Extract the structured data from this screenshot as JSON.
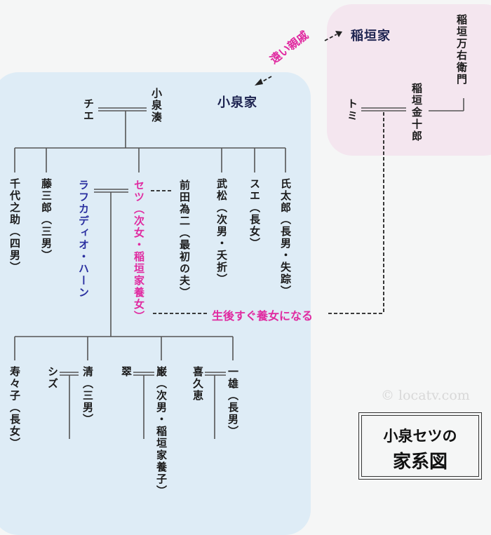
{
  "families": {
    "koizumi": {
      "title": "小泉家"
    },
    "inagaki": {
      "title": "稲垣家"
    }
  },
  "relation_label": "遠い親戚",
  "adoption_label": "生後すぐ養女になる",
  "inagaki_members": {
    "manemon": "稲垣万右衛門",
    "kinjuro": "稲垣金十郎",
    "tomi": "トミ"
  },
  "koizumi_parents": {
    "father": "小泉湊",
    "mother": "チエ"
  },
  "koizumi_children": [
    {
      "name": "千代之助",
      "note": "（四男）"
    },
    {
      "name": "藤三郎",
      "note": "（三男）"
    },
    {
      "name": "セツ",
      "note": "（次女・稲垣家養女）"
    },
    {
      "name": "武松",
      "note": "（次男・夭折）"
    },
    {
      "name": "スエ",
      "note": "（長女）"
    },
    {
      "name": "氏太郎",
      "note": "（長男・失踪）"
    }
  ],
  "setsu_spouses": {
    "hearn": "ラフカディオ・ハーン",
    "first_husband": "前田為二",
    "first_husband_note": "（最初の夫）"
  },
  "grandchildren": [
    {
      "name": "寿々子",
      "note": "（長女）"
    },
    {
      "name": "清",
      "note": "（三男）",
      "spouse": "シズ"
    },
    {
      "name": "巌",
      "note": "（次男・稲垣家養子）",
      "spouse": "翠"
    },
    {
      "name": "一雄",
      "note": "（長男）",
      "spouse": "喜久恵"
    }
  ],
  "watermark": "© locatv.com",
  "title_box": {
    "line1": "小泉セツの",
    "line2": "家系図"
  },
  "colors": {
    "koizumi_bg": "#deecf6",
    "inagaki_bg": "#f4e6ef",
    "accent_pink": "#e02aa0",
    "hearn_blue": "#2a2fa0",
    "title_navy": "#1d2350"
  }
}
